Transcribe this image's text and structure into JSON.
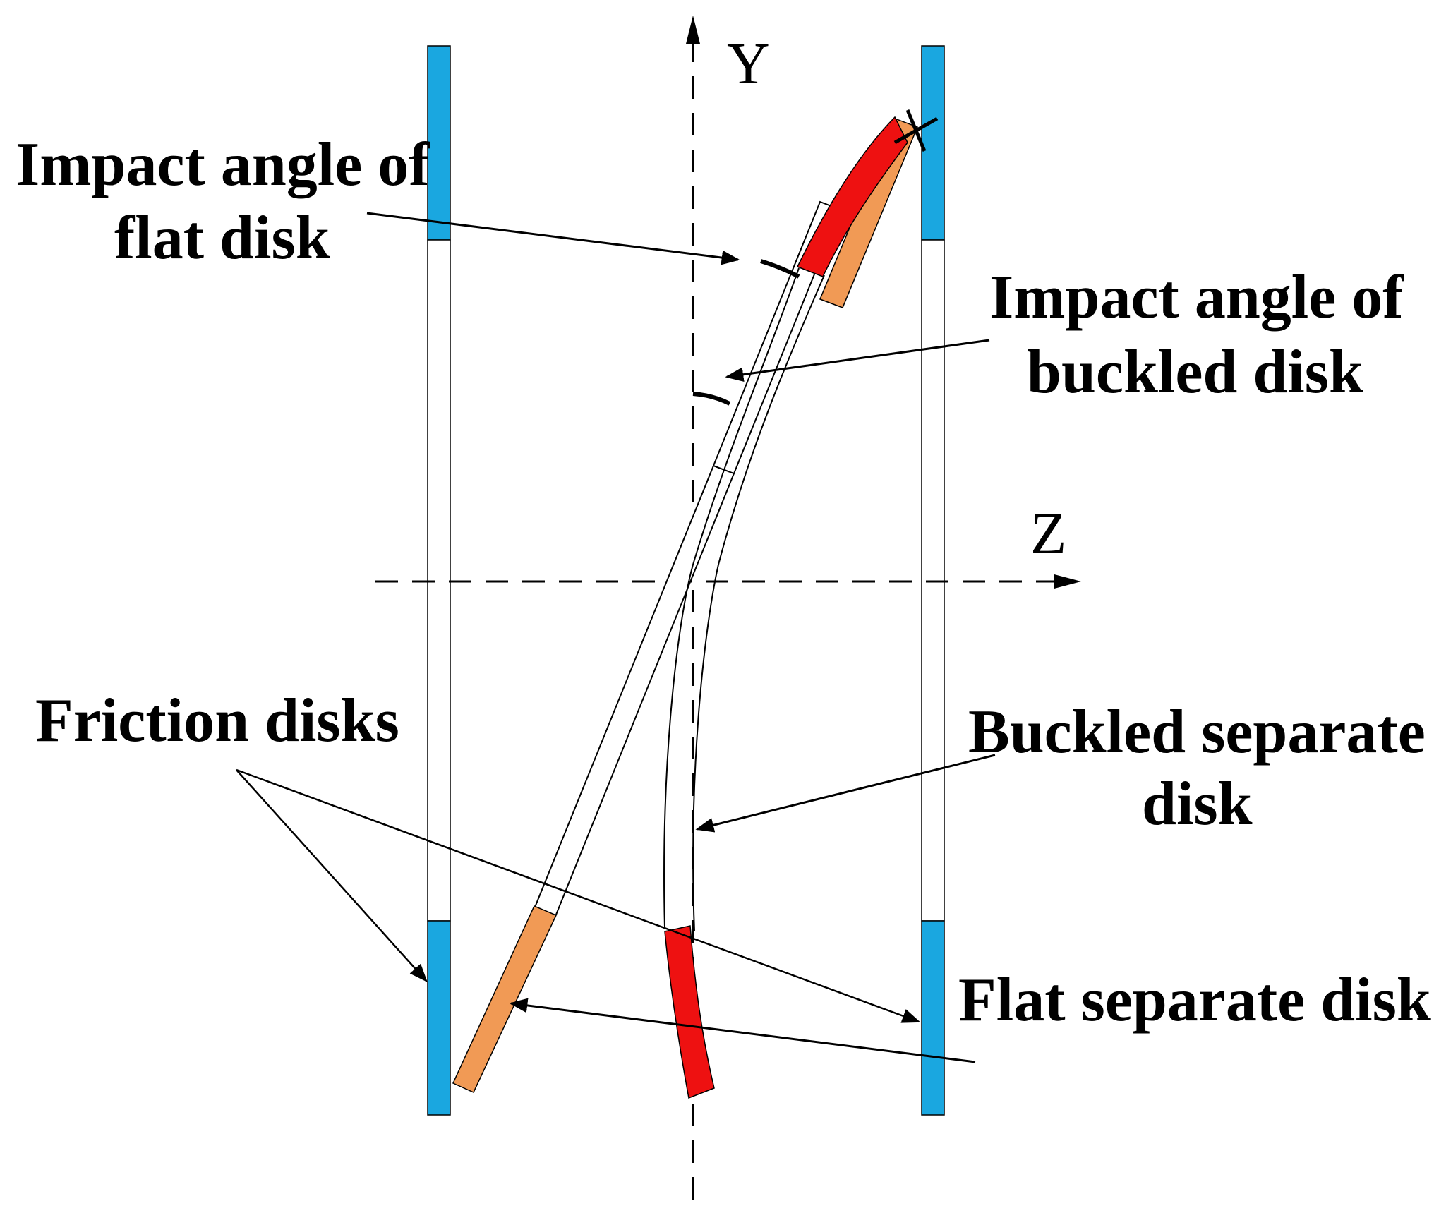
{
  "axes": {
    "y": "Y",
    "z": "Z"
  },
  "labels": {
    "impact_flat_line1": "Impact angle of",
    "impact_flat_line2": "flat disk",
    "impact_buckled_line1": "Impact angle of",
    "impact_buckled_line2": "buckled disk",
    "friction_disks": "Friction disks",
    "buckled_separate_line1": "Buckled separate",
    "buckled_separate_line2": "disk",
    "flat_separate": "Flat separate disk"
  },
  "colors": {
    "friction": "#1aa7e0",
    "flat_disk": "#f19a55",
    "buckled_disk": "#ee1111",
    "line": "#000000"
  }
}
